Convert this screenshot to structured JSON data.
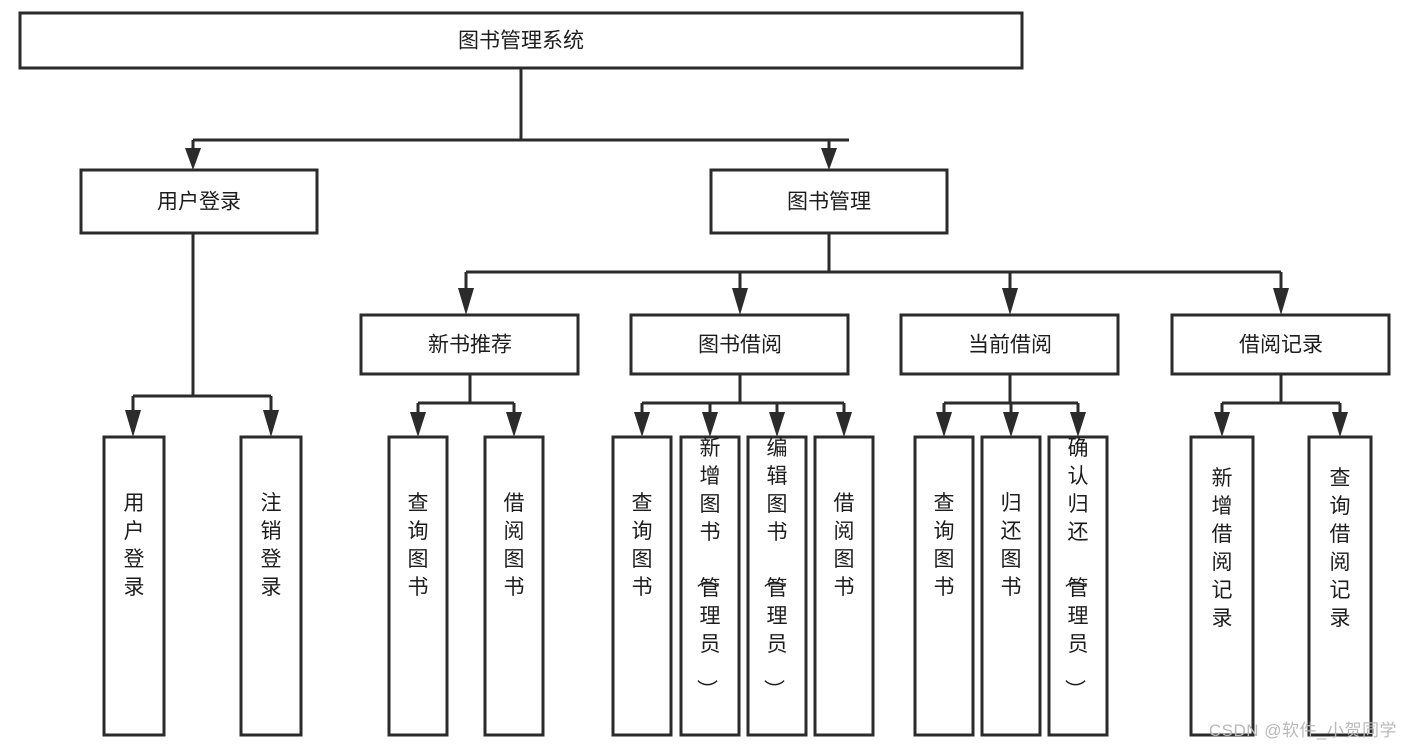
{
  "diagram": {
    "type": "tree-hierarchy",
    "title": "图书管理系统",
    "watermark": "CSDN @软件_小贺同学",
    "colors": {
      "background": "#ffffff",
      "box_fill": "#ffffff",
      "box_stroke": "#2b2b2b",
      "text": "#1d1d1d",
      "watermark": "#b9b9b9"
    },
    "levels": {
      "root": {
        "label": "图书管理系统"
      },
      "level2": [
        {
          "id": "user-login",
          "label": "用户登录"
        },
        {
          "id": "book-manage",
          "label": "图书管理"
        }
      ],
      "level3": [
        {
          "id": "new-book-recommend",
          "label": "新书推荐"
        },
        {
          "id": "book-borrow",
          "label": "图书借阅"
        },
        {
          "id": "current-borrow",
          "label": "当前借阅"
        },
        {
          "id": "borrow-record",
          "label": "借阅记录"
        }
      ],
      "leaves_user_login": [
        {
          "id": "leaf-user-login",
          "label": "用户登录"
        },
        {
          "id": "leaf-logout",
          "label": "注销登录"
        }
      ],
      "leaves_new_book_recommend": [
        {
          "id": "leaf-query-book-1",
          "label": "查询图书"
        },
        {
          "id": "leaf-borrow-book-1",
          "label": "借阅图书"
        }
      ],
      "leaves_book_borrow": [
        {
          "id": "leaf-query-book-2",
          "label": "查询图书"
        },
        {
          "id": "leaf-add-book",
          "label": "新增图书（管理员）"
        },
        {
          "id": "leaf-edit-book",
          "label": "编辑图书（管理员）"
        },
        {
          "id": "leaf-borrow-book-2",
          "label": "借阅图书"
        }
      ],
      "leaves_current_borrow": [
        {
          "id": "leaf-query-book-3",
          "label": "查询图书"
        },
        {
          "id": "leaf-return-book",
          "label": "归还图书"
        },
        {
          "id": "leaf-confirm-return",
          "label": "确认归还（管理员）"
        }
      ],
      "leaves_borrow_record": [
        {
          "id": "leaf-add-record",
          "label": "新增借阅记录"
        },
        {
          "id": "leaf-query-record",
          "label": "查询借阅记录"
        }
      ]
    }
  }
}
